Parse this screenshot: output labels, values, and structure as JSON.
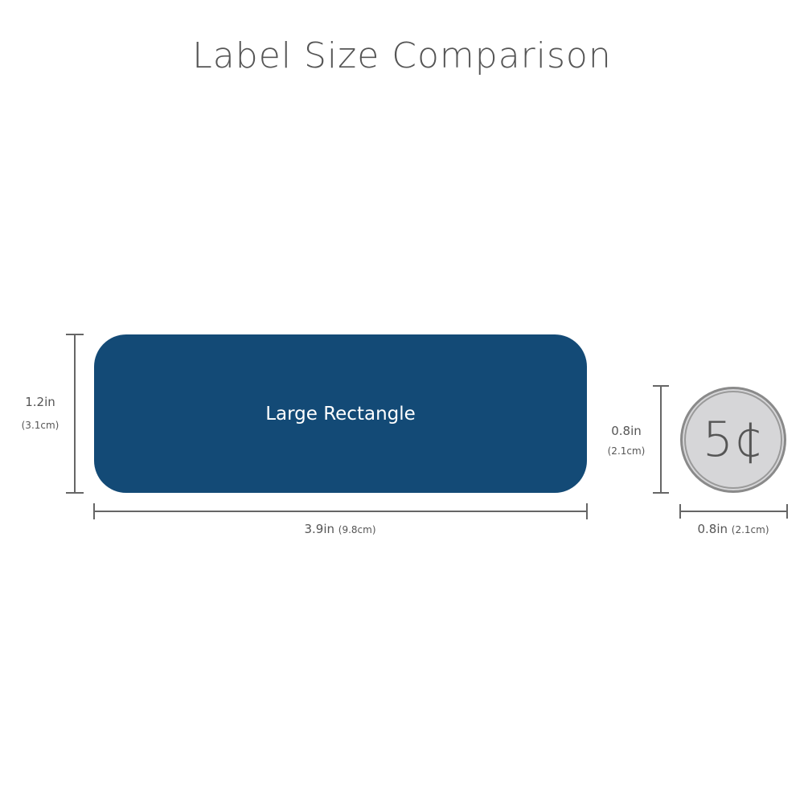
{
  "title": "Label Size Comparison",
  "rectangle": {
    "label": "Large Rectangle",
    "color": "#134a76",
    "height_in": "1.2in",
    "height_cm": "(3.1cm)",
    "width_in": "3.9in",
    "width_cm": "(9.8cm)"
  },
  "coin": {
    "label": "5¢",
    "height_in": "0.8in",
    "height_cm": "(2.1cm)",
    "width_in": "0.8in",
    "width_cm": "(2.1cm)"
  }
}
